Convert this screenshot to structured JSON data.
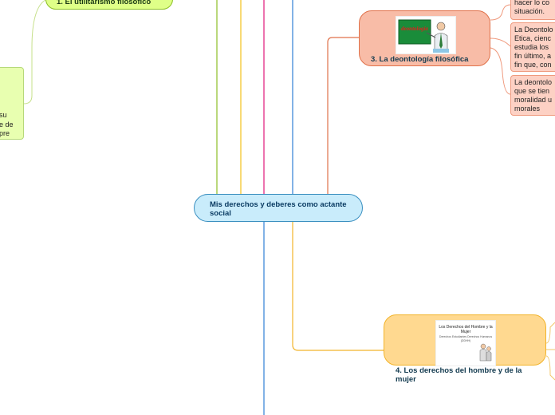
{
  "central": {
    "label": "Mis derechos y deberes como actante social"
  },
  "topics": [
    {
      "label": "1. El utilitarismo filosófico"
    },
    {
      "label": "3. La deontología filosófica",
      "image_text": "deontología"
    },
    {
      "label": "4. Los derechos del hombre y de la mujer",
      "image_title": "Los Derechos del Hombre y la Mujer",
      "image_sub": "Derechos Estudiantes Derechos Humanos (DDHH)"
    }
  ],
  "left_note": {
    "text": "su\ne de\npre"
  },
  "subtopics_3": [
    {
      "text": "hacer lo co\nsituación."
    },
    {
      "text": "La Deontolo\nEtica, cienc\nestudia los \nfin último, a\nfin que, con"
    },
    {
      "text": "La deontolo\nque se tien\nmoralidad u\nmorales"
    }
  ],
  "colors": {
    "central_fill": "#c9ecfb",
    "central_border": "#3a8fc0",
    "topic1_fill": "#dfff88",
    "topic1_border": "#8cbf26",
    "topic3_fill": "#f8bca7",
    "topic3_border": "#e0714a",
    "topic4_fill": "#ffd990",
    "topic4_border": "#f2b32a",
    "line_pink": "#e0187a",
    "line_blue": "#2f7fd6",
    "line_green": "#8cbf26",
    "line_yellow": "#f2c21a"
  }
}
